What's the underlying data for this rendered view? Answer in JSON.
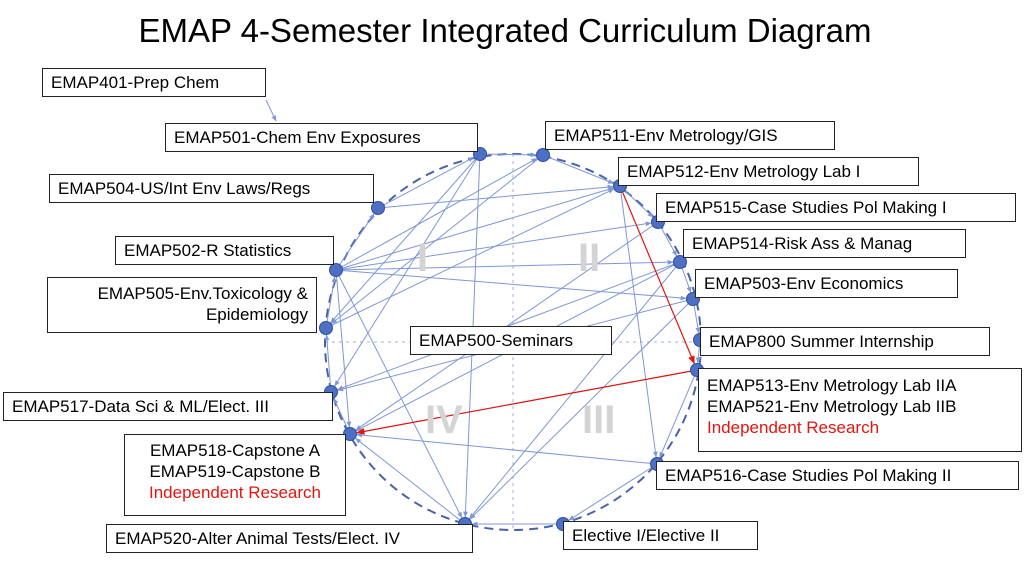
{
  "title": "EMAP 4-Semester Integrated Curriculum Diagram",
  "quadrants": [
    "I",
    "II",
    "III",
    "IV"
  ],
  "courses": {
    "c401": "EMAP401-Prep Chem",
    "c501": "EMAP501-Chem Env Exposures",
    "c504": "EMAP504-US/Int Env Laws/Regs",
    "c502": "EMAP502-R Statistics",
    "c505_line1": "EMAP505-Env.Toxicology &",
    "c505_line2": "Epidemiology",
    "c500": "EMAP500-Seminars",
    "c517": "EMAP517-Data Sci & ML/Elect. III",
    "c518": "EMAP518-Capstone A",
    "c519": "EMAP519-Capstone B",
    "c518_note": "Independent Research",
    "c520": "EMAP520-Alter Animal Tests/Elect. IV",
    "c511": "EMAP511-Env Metrology/GIS",
    "c512": "EMAP512-Env Metrology Lab I",
    "c515": "EMAP515-Case Studies Pol Making I",
    "c514": "EMAP514-Risk Ass & Manag",
    "c503": "EMAP503-Env Economics",
    "c800": "EMAP800 Summer Internship",
    "c513": "EMAP513-Env Metrology Lab IIA",
    "c521": "EMAP521-Env Metrology Lab IIB",
    "c513_note": "Independent Research",
    "c516": "EMAP516-Case Studies Pol Making II",
    "elective": "Elective I/Elective II"
  },
  "colors": {
    "node": "#4f6fc4",
    "node_stroke": "#2f4f9f",
    "link": "#7f97d6",
    "circle": "#4a62a8",
    "highlight": "#e3150f",
    "quadrant_text": "#d4d4d4"
  }
}
